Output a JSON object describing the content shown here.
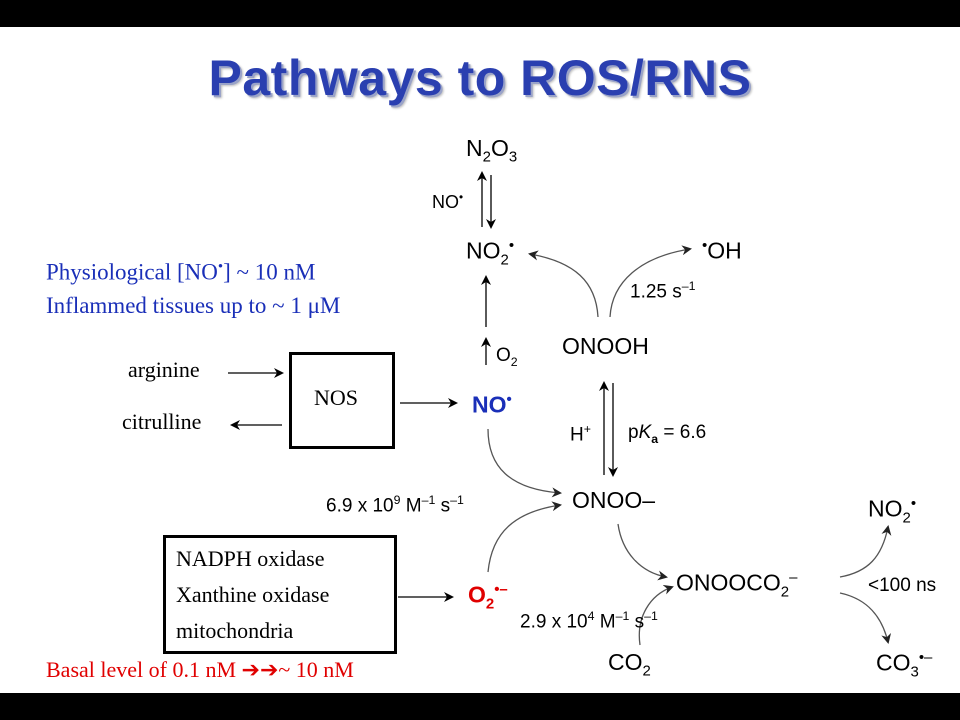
{
  "title": "Pathways to ROS/RNS",
  "info": {
    "line1_prefix": "Physiological [NO",
    "line1_radical": "•",
    "line1_suffix": "] ~ 10 nM",
    "line2": "Inflammed tissues up to ~ 1 μM"
  },
  "inputs": {
    "arginine": "arginine",
    "citrulline": "citrulline"
  },
  "nos_box": "NOS",
  "oxidase_box": {
    "line1": "NADPH oxidase",
    "line2": "Xanthine oxidase",
    "line3": "mitochondria"
  },
  "species": {
    "n2o3_main": "N",
    "n2o3_sub1": "2",
    "n2o3_mid": "O",
    "n2o3_sub2": "3",
    "no_small": "NO",
    "no2_main": "NO",
    "no2_sub": "2",
    "oh": "OH",
    "onooh": "ONOOH",
    "o2_main": "O",
    "o2_sub": "2",
    "no_radical": "NO",
    "hplus": "H",
    "hplus_sup": "+",
    "pka_p": "p",
    "pka_k": "K",
    "pka_a": "a",
    "pka_val": " = 6.6",
    "onoo": "ONOO–",
    "superoxide_main": "O",
    "superoxide_sub": "2",
    "superoxide_sup": "•–",
    "onoococ_main": "ONOOCO",
    "onoococ_sub": "2",
    "onoococ_sup": "–",
    "no2_right_main": "NO",
    "no2_right_sub": "2",
    "co2_main": "CO",
    "co2_sub": "2",
    "co3_main": "CO",
    "co3_sub": "3",
    "co3_sup": "•–"
  },
  "rates": {
    "k_oh": "1.25 s",
    "k_oh_sup": "–1",
    "k_onoo_a": "6.9 x 10",
    "k_onoo_exp": "9",
    "k_onoo_b": " M",
    "k_onoo_m_exp": "–1",
    "k_onoo_c": " s",
    "k_onoo_s_exp": "–1",
    "k_co2_a": "2.9 x 10",
    "k_co2_exp": "4",
    "k_co2_b": " M",
    "k_co2_m_exp": "–1",
    "k_co2_c": " s",
    "k_co2_s_exp": "–1",
    "lifetime": "<100 ns"
  },
  "basal": {
    "prefix": "Basal level of 0.1 nM ",
    "arrows": "➔➔",
    "suffix": "~ 10 nM"
  },
  "colors": {
    "title": "#2a3fb0",
    "blue_text": "#1a2fb8",
    "red_text": "#e00000"
  }
}
